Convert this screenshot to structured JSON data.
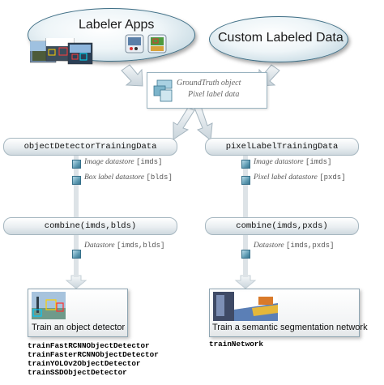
{
  "sources": {
    "labeler_apps": "Labeler Apps",
    "custom_labeled_data": "Custom Labeled Data"
  },
  "groundtruth": {
    "line1": "GroundTruth object",
    "line2": "Pixel label data"
  },
  "left": {
    "training_fn": "objectDetectorTrainingData",
    "ds1_name": "Image datastore",
    "ds1_var": "[imds]",
    "ds2_name": "Box label datastore",
    "ds2_var": "[blds]",
    "combine": "combine(imds,blds)",
    "ds3_name": "Datastore",
    "ds3_var": "[imds,blds]",
    "panel_caption": "Train an object detector",
    "functions": [
      "trainFastRCNNObjectDetector",
      "trainFasterRCNNObjectDetector",
      "trainYOLOv2ObjectDetector",
      "trainSSDObjectDetector"
    ]
  },
  "right": {
    "training_fn": "pixelLabelTrainingData",
    "ds1_name": "Image datastore",
    "ds1_var": "[imds]",
    "ds2_name": "Pixel label datastore",
    "ds2_var": "[pxds]",
    "combine": "combine(imds,pxds)",
    "ds3_name": "Datastore",
    "ds3_var": "[imds,pxds]",
    "panel_caption": "Train a semantic segmentation network",
    "functions": [
      "trainNetwork"
    ]
  },
  "colors": {
    "ellipse_border": "#3f6f86",
    "arrow_fill": "#d9e1e6",
    "cube": "#5e9bb3"
  }
}
